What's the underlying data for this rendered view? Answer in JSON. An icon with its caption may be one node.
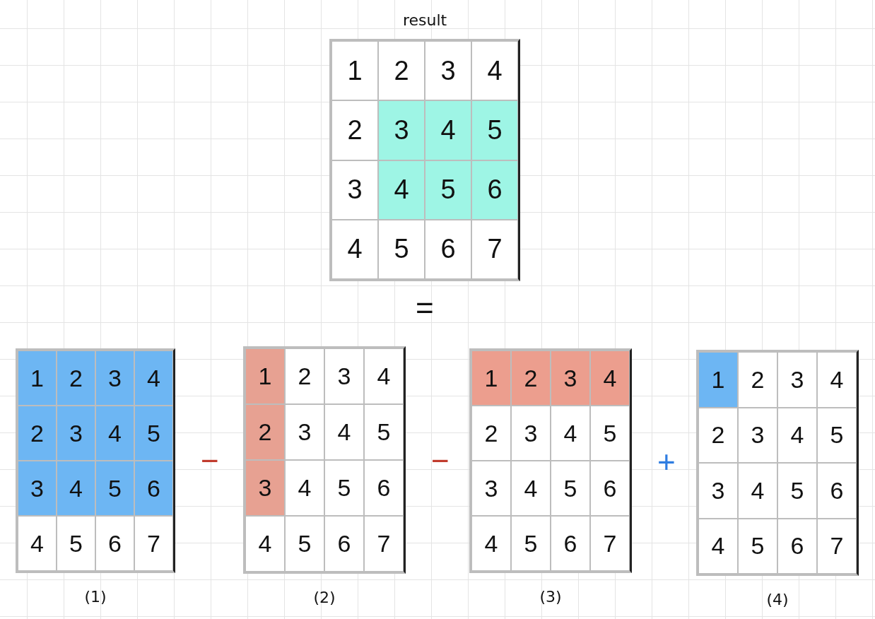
{
  "diagram": {
    "nodes": [
      {
        "text": [
          "result"
        ]
      },
      {
        "text": [
          "1"
        ],
        "in": 0
      },
      {
        "text": [
          "2"
        ],
        "in": 0
      },
      {
        "text": [
          "3"
        ],
        "in": 0
      },
      {
        "text": [
          "4"
        ],
        "in": 0
      },
      {
        "text": [
          "2"
        ],
        "in": 0
      },
      {
        "text": [
          "3"
        ],
        "in": 0
      },
      {
        "text": [
          "4"
        ],
        "in": 0
      },
      {
        "text": [
          "5"
        ],
        "in": 0
      },
      {
        "text": [
          "3"
        ],
        "in": 0
      },
      {
        "text": [
          "4"
        ],
        "in": 0
      },
      {
        "text": [
          "5"
        ],
        "in": 0
      },
      {
        "text": [
          "6"
        ],
        "in": 0
      },
      {
        "text": [
          "4"
        ],
        "in": 0
      },
      {
        "text": [
          "5"
        ],
        "in": 0
      },
      {
        "text": [
          "6"
        ],
        "in": 0
      },
      {
        "text": [
          "7"
        ],
        "in": 0
      },
      {
        "text": [
          "(1)"
        ]
      },
      {
        "text": [
          "1"
        ],
        "in": 17
      },
      {
        "text": [
          "2"
        ],
        "in": 17
      },
      {
        "text": [
          "3"
        ],
        "in": 17
      },
      {
        "text": [
          "4"
        ],
        "in": 17
      },
      {
        "text": [
          "2"
        ],
        "in": 17
      },
      {
        "text": [
          "3"
        ],
        "in": 17
      },
      {
        "text": [
          "4"
        ],
        "in": 17
      },
      {
        "text": [
          "5"
        ],
        "in": 17
      },
      {
        "text": [
          "3"
        ],
        "in": 17
      },
      {
        "text": [
          "4"
        ],
        "in": 17
      },
      {
        "text": [
          "5"
        ],
        "in": 17
      },
      {
        "text": [
          "6"
        ],
        "in": 17
      },
      {
        "text": [
          "4"
        ],
        "in": 17
      },
      {
        "text": [
          "5"
        ],
        "in": 17
      },
      {
        "text": [
          "6"
        ],
        "in": 17
      },
      {
        "text": [
          "7"
        ],
        "in": 17
      },
      {
        "text": [
          "(2)"
        ]
      },
      {
        "text": [
          "1"
        ],
        "in": 34
      },
      {
        "text": [
          "2"
        ],
        "in": 34
      },
      {
        "text": [
          "3"
        ],
        "in": 34
      },
      {
        "text": [
          "4"
        ],
        "in": 34
      },
      {
        "text": [
          "2"
        ],
        "in": 34
      },
      {
        "text": [
          "3"
        ],
        "in": 34
      },
      {
        "text": [
          "4"
        ],
        "in": 34
      },
      {
        "text": [
          "5"
        ],
        "in": 34
      },
      {
        "text": [
          "3"
        ],
        "in": 34
      },
      {
        "text": [
          "4"
        ],
        "in": 34
      },
      {
        "text": [
          "5"
        ],
        "in": 34
      },
      {
        "text": [
          "6"
        ],
        "in": 34
      },
      {
        "text": [
          "4"
        ],
        "in": 34
      },
      {
        "text": [
          "5"
        ],
        "in": 34
      },
      {
        "text": [
          "6"
        ],
        "in": 34
      },
      {
        "text": [
          "7"
        ],
        "in": 34
      },
      {
        "text": [
          "(3)"
        ]
      },
      {
        "text": [
          "1"
        ],
        "in": 51
      },
      {
        "text": [
          "2"
        ],
        "in": 51
      },
      {
        "text": [
          "3"
        ],
        "in": 51
      },
      {
        "text": [
          "4"
        ],
        "in": 51
      },
      {
        "text": [
          "2"
        ],
        "in": 51
      },
      {
        "text": [
          "3"
        ],
        "in": 51
      },
      {
        "text": [
          "4"
        ],
        "in": 51
      },
      {
        "text": [
          "5"
        ],
        "in": 51
      },
      {
        "text": [
          "3"
        ],
        "in": 51
      },
      {
        "text": [
          "4"
        ],
        "in": 51
      },
      {
        "text": [
          "5"
        ],
        "in": 51
      },
      {
        "text": [
          "6"
        ],
        "in": 51
      },
      {
        "text": [
          "4"
        ],
        "in": 51
      },
      {
        "text": [
          "5"
        ],
        "in": 51
      },
      {
        "text": [
          "6"
        ],
        "in": 51
      },
      {
        "text": [
          "7"
        ],
        "in": 51
      },
      {
        "text": [
          "(4)"
        ]
      },
      {
        "text": [
          "1"
        ],
        "in": 68
      },
      {
        "text": [
          "2"
        ],
        "in": 68
      },
      {
        "text": [
          "3"
        ],
        "in": 68
      },
      {
        "text": [
          "4"
        ],
        "in": 68
      },
      {
        "text": [
          "2"
        ],
        "in": 68
      },
      {
        "text": [
          "3"
        ],
        "in": 68
      },
      {
        "text": [
          "4"
        ],
        "in": 68
      },
      {
        "text": [
          "5"
        ],
        "in": 68
      },
      {
        "text": [
          "3"
        ],
        "in": 68
      },
      {
        "text": [
          "4"
        ],
        "in": 68
      },
      {
        "text": [
          "5"
        ],
        "in": 68
      },
      {
        "text": [
          "6"
        ],
        "in": 68
      },
      {
        "text": [
          "4"
        ],
        "in": 68
      },
      {
        "text": [
          "5"
        ],
        "in": 68
      },
      {
        "text": [
          "6"
        ],
        "in": 68
      },
      {
        "text": [
          "7"
        ],
        "in": 68
      }
    ],
    "edges": [],
    "labels": [
      "=",
      "−",
      "−",
      "+"
    ]
  }
}
